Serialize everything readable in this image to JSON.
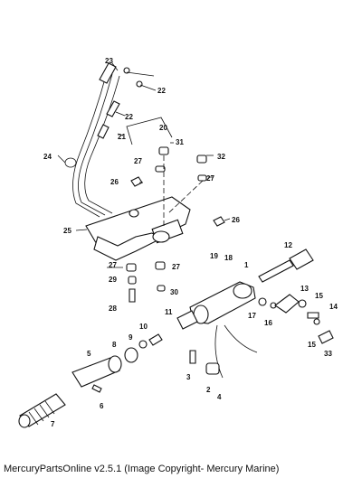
{
  "caption": "MercuryPartsOnline v2.5.1 (Image Copyright- Mercury Marine)",
  "callouts": [
    "1",
    "2",
    "3",
    "4",
    "5",
    "6",
    "7",
    "8",
    "9",
    "10",
    "11",
    "12",
    "13",
    "14",
    "15",
    "15",
    "16",
    "17",
    "18",
    "19",
    "20",
    "21",
    "22",
    "22",
    "23",
    "24",
    "25",
    "26",
    "26",
    "27",
    "27",
    "27",
    "27",
    "28",
    "29",
    "30",
    "31",
    "32",
    "33"
  ]
}
